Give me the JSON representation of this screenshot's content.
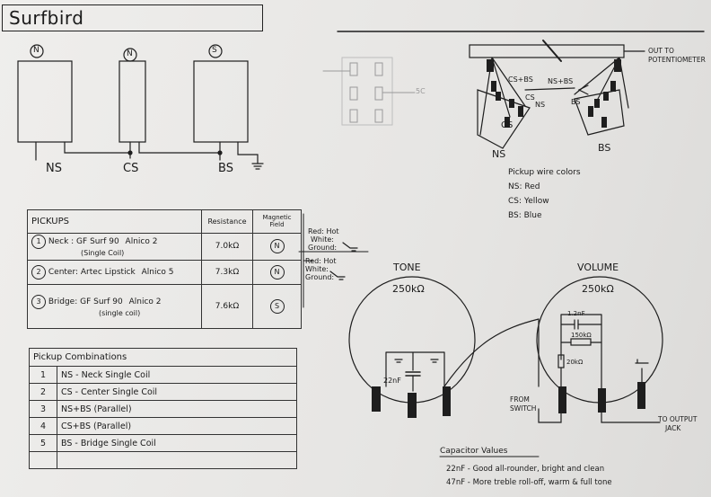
{
  "title": "Surfbird",
  "pickups_top": {
    "left": {
      "field": "N",
      "label": "NS"
    },
    "middle": {
      "field": "N",
      "label": "CS"
    },
    "right": {
      "field": "S",
      "label": "BS"
    }
  },
  "switch_label": "5C",
  "wiring_top": {
    "out_label_line1": "OUT TO",
    "out_label_line2": "POTENTIOMETER",
    "cs_bs": "CS+BS",
    "ns_bs": "NS+BS",
    "cs": "CS",
    "ns_small": "NS",
    "bs_small": "BS",
    "cs_bottom": "CS",
    "ns_bottom": "NS",
    "bs_bottom": "BS"
  },
  "wire_colors": {
    "title": "Pickup wire colors",
    "items": [
      "NS: Red",
      "CS: Yellow",
      "BS: Blue"
    ]
  },
  "pickups_table": {
    "header": [
      "PICKUPS",
      "Resistance",
      "Magnetic Field"
    ],
    "rows": [
      {
        "num": "1",
        "name": "Neck : GF Surf 90",
        "magnet": "Alnico 2",
        "sub": "(Single Coil)",
        "resistance": "7.0kΩ",
        "field": "N"
      },
      {
        "num": "2",
        "name": "Center: Artec Lipstick",
        "magnet": "Alnico 5",
        "sub": "",
        "resistance": "7.3kΩ",
        "field": "N"
      },
      {
        "num": "3",
        "name": "Bridge: GF Surf 90",
        "magnet": "Alnico 2",
        "sub": "(single coil)",
        "resistance": "7.6kΩ",
        "field": "S"
      }
    ]
  },
  "legend_notes": {
    "a_red": "Red: Hot",
    "a_white": "White:",
    "a_ground": "Ground:",
    "b_red": "Red: Hot",
    "b_white": "White:",
    "b_ground": "Ground:"
  },
  "combinations_table": {
    "header": "Pickup Combinations",
    "rows": [
      {
        "num": "1",
        "text": "NS - Neck Single Coil"
      },
      {
        "num": "2",
        "text": "CS - Center Single Coil"
      },
      {
        "num": "3",
        "text": "NS+BS (Parallel)"
      },
      {
        "num": "4",
        "text": "CS+BS (Parallel)"
      },
      {
        "num": "5",
        "text": "BS - Bridge Single Coil"
      }
    ]
  },
  "tone": {
    "label": "TONE",
    "value": "250kΩ",
    "cap": "22nF"
  },
  "volume": {
    "label": "VOLUME",
    "value": "250kΩ",
    "cap": "1.2nF",
    "res1": "150kΩ",
    "res2": "20kΩ"
  },
  "from_switch": {
    "line1": "FROM",
    "line2": "SWITCH"
  },
  "output": {
    "line1": "TO OUTPUT",
    "line2": "JACK"
  },
  "cap_values": {
    "title": "Capacitor Values",
    "lines": [
      "22nF - Good all-rounder, bright and clean",
      "47nF - More treble roll-off, warm & full tone"
    ]
  }
}
